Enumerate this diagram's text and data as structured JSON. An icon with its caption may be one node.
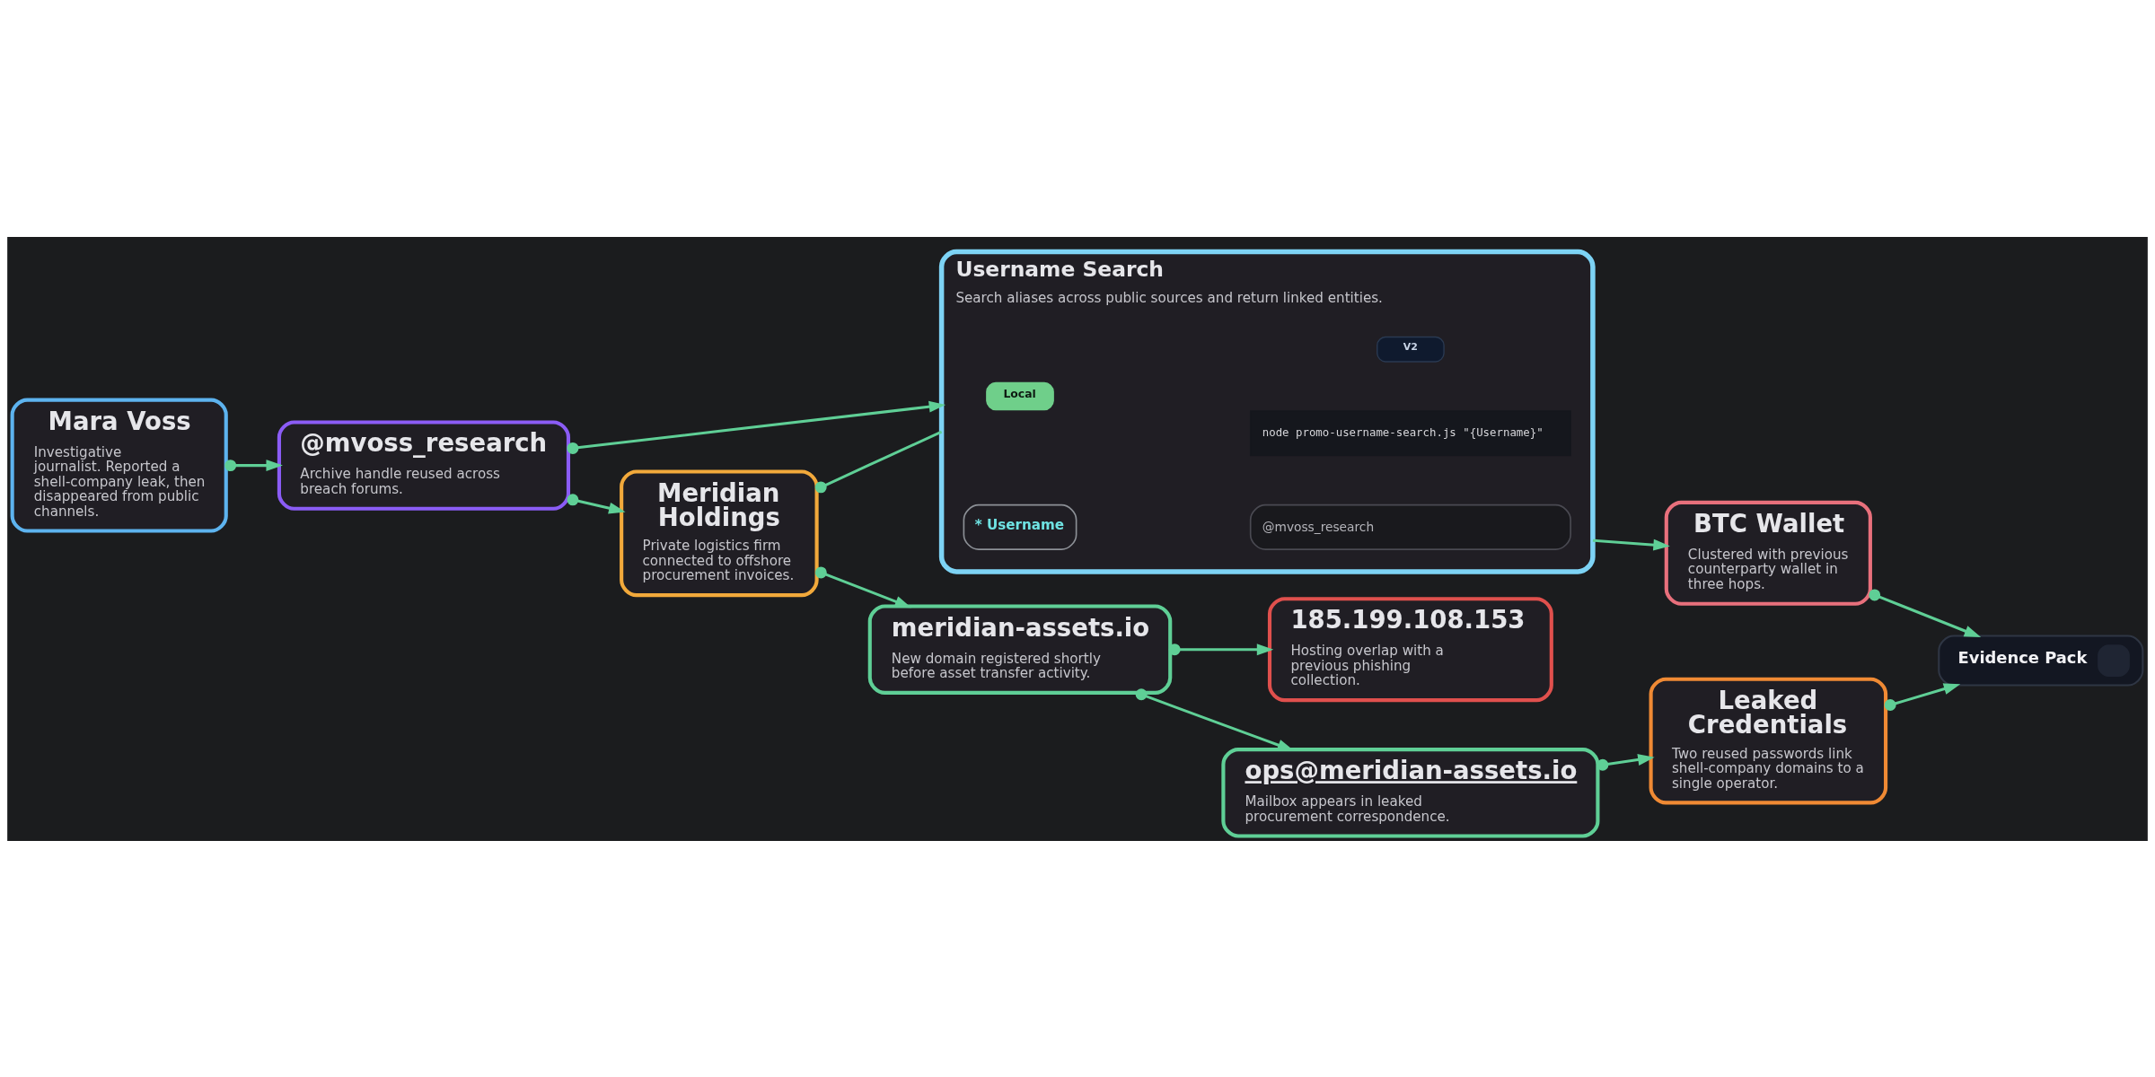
{
  "diagram": {
    "nodes": [
      {
        "text": [
          "Mara Voss",
          "Investigative journalist. Reported a shell-company leak, then disappeared from public channels."
        ]
      },
      {
        "text": [
          "@mvoss_research",
          "Archive handle reused across breach forums."
        ]
      },
      {
        "text": [
          "Meridian Holdings",
          "Private logistics firm connected to offshore procurement invoices."
        ]
      },
      {
        "text": [
          "meridian-assets.io",
          "New domain registered shortly before asset transfer activity."
        ]
      },
      {
        "text": [
          "185.199.108.153",
          "Hosting overlap with a previous phishing collection."
        ]
      },
      {
        "text": [
          "ops@meridian-assets.io",
          "Mailbox appears in leaked procurement correspondence."
        ]
      },
      {
        "text": [
          "Username Search",
          "Search aliases across public sources and return linked entities."
        ]
      },
      {
        "text": [
          "Local"
        ],
        "in": 6
      },
      {
        "text": [
          "V2"
        ],
        "in": 6
      },
      {
        "text": [
          "node promo-username-search.js \"{Username}\""
        ],
        "in": 6
      },
      {
        "text": [
          "* Username"
        ],
        "in": 6
      },
      {
        "text": [
          "@mvoss_research"
        ],
        "in": 6
      },
      {
        "text": [
          "Leaked Credentials",
          "Two reused passwords link shell-company domains to a single operator."
        ]
      },
      {
        "text": [
          "BTC Wallet",
          "Clustered with previous counterparty wallet in three hops."
        ]
      },
      {
        "text": [
          "Evidence Pack"
        ]
      }
    ],
    "edges": [
      {
        "from": 0,
        "to": 1,
        "arrow": "to"
      },
      {
        "from": 1,
        "to": 2,
        "arrow": "to"
      },
      {
        "from": 1,
        "to": 6,
        "arrow": "to"
      },
      {
        "from": 2,
        "to": 6,
        "arrow": "other"
      },
      {
        "from": 2,
        "to": 3,
        "arrow": "to"
      },
      {
        "from": 3,
        "to": 4,
        "arrow": "to"
      },
      {
        "from": 3,
        "to": 5,
        "arrow": "to"
      },
      {
        "from": 5,
        "to": 12,
        "arrow": "to"
      },
      {
        "from": 6,
        "to": 13,
        "arrow": "to"
      },
      {
        "from": 13,
        "to": 14,
        "arrow": "to"
      },
      {
        "from": 12,
        "to": 14,
        "arrow": "to"
      }
    ]
  }
}
